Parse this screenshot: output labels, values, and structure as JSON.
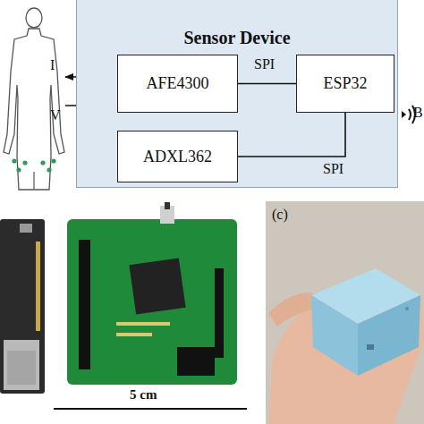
{
  "diagram": {
    "nodes": [
      {
        "text": [
          "Sensor Device"
        ]
      },
      {
        "text": [
          "AFE4300"
        ],
        "in": 0
      },
      {
        "text": [
          "ESP32"
        ],
        "in": 0
      },
      {
        "text": [
          "ADXL362"
        ],
        "in": 0
      }
    ],
    "edges": [
      {
        "from": 1,
        "to": 2,
        "label": "SPI",
        "arrow": "none"
      },
      {
        "from": 2,
        "to": 3,
        "label": "SPI",
        "arrow": "none"
      }
    ],
    "labels": [
      "I",
      "V",
      "B",
      "5 cm",
      "(c)"
    ]
  }
}
